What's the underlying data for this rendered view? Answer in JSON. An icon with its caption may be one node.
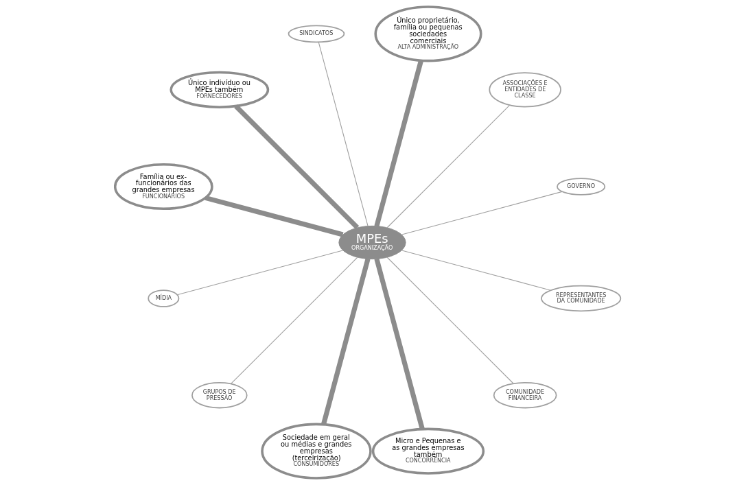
{
  "diagram": {
    "nodes": [
      {
        "text": [
          "MPEs",
          "ORGANIZAÇÃO"
        ]
      },
      {
        "text": [
          "GOVERNO"
        ]
      },
      {
        "text": [
          "ASSOCIAÇÕES E ENTIDADES DE CLASSE"
        ]
      },
      {
        "text": [
          "Único proprietário, família ou pequenas sociedades comerciais",
          "ALTA ADMINISTRAÇÃO"
        ]
      },
      {
        "text": [
          "SINDICATOS"
        ]
      },
      {
        "text": [
          "Único indivíduo ou MPEs também",
          "FORNECEDORES"
        ]
      },
      {
        "text": [
          "Família ou ex-funcionários das grandes empresas",
          "FUNCIONÁRIOS"
        ]
      },
      {
        "text": [
          "MÍDIA"
        ]
      },
      {
        "text": [
          "GRUPOS DE PRESSÃO"
        ]
      },
      {
        "text": [
          "Sociedade em geral ou médias e grandes empresas (terceirização)",
          "CONSUMIDORES"
        ]
      },
      {
        "text": [
          "Micro e Pequenas e as grandes empresas também",
          "CONCORRÊNCIA"
        ]
      },
      {
        "text": [
          "COMUNIDADE FINANCEIRA"
        ]
      },
      {
        "text": [
          "REPRESENTANTES DA COMUNIDADE"
        ]
      }
    ],
    "edges": [
      {
        "from": 0,
        "to": 1,
        "arrow": "none"
      },
      {
        "from": 0,
        "to": 2,
        "arrow": "none"
      },
      {
        "from": 0,
        "to": 3,
        "arrow": "none",
        "style": "thick"
      },
      {
        "from": 0,
        "to": 4,
        "arrow": "none"
      },
      {
        "from": 0,
        "to": 5,
        "arrow": "none",
        "style": "thick"
      },
      {
        "from": 0,
        "to": 6,
        "arrow": "none",
        "style": "thick"
      },
      {
        "from": 0,
        "to": 7,
        "arrow": "none"
      },
      {
        "from": 0,
        "to": 8,
        "arrow": "none"
      },
      {
        "from": 0,
        "to": 9,
        "arrow": "none",
        "style": "thick"
      },
      {
        "from": 0,
        "to": 10,
        "arrow": "none",
        "style": "thick"
      },
      {
        "from": 0,
        "to": 11,
        "arrow": "none"
      },
      {
        "from": 0,
        "to": 12,
        "arrow": "none"
      }
    ]
  }
}
